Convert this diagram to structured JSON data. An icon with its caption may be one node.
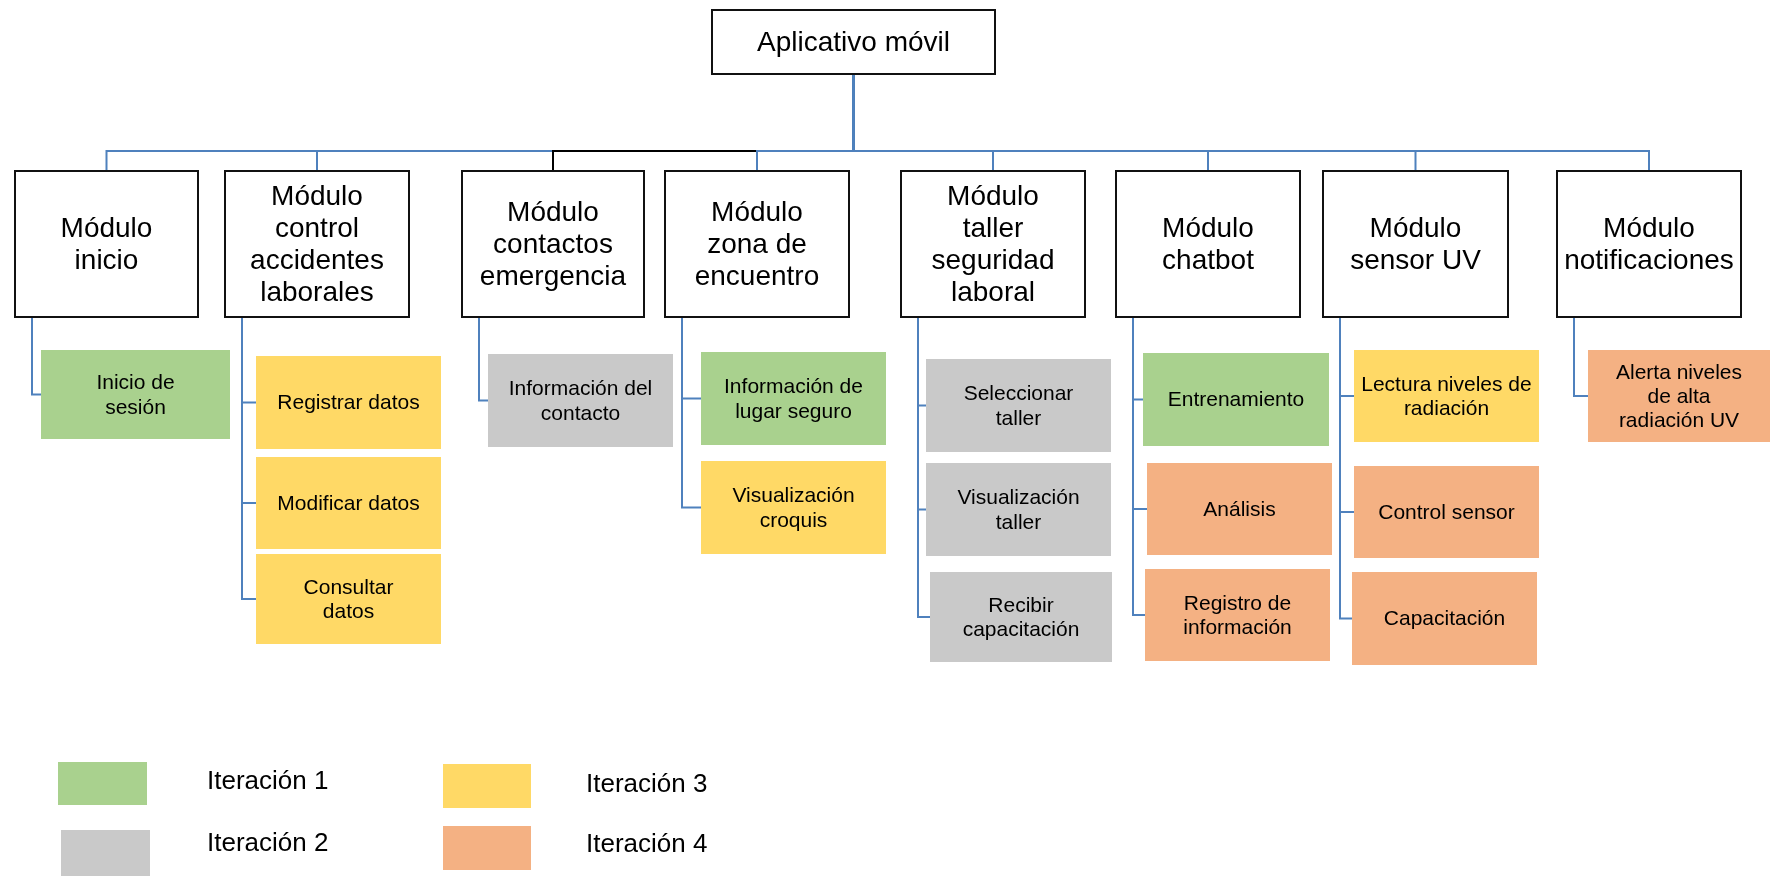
{
  "diagram": {
    "nodes": [
      {
        "text": [
          "Aplicativo móvil"
        ]
      },
      {
        "text": [
          "Módulo inicio"
        ]
      },
      {
        "text": [
          "Módulo control accidentes laborales"
        ]
      },
      {
        "text": [
          "Módulo contactos emergencia"
        ]
      },
      {
        "text": [
          "Módulo zona de encuentro"
        ]
      },
      {
        "text": [
          "Módulo taller seguridad laboral"
        ]
      },
      {
        "text": [
          "Módulo chatbot"
        ]
      },
      {
        "text": [
          "Módulo sensor UV"
        ]
      },
      {
        "text": [
          "Módulo notificaciones"
        ]
      },
      {
        "text": [
          "Inicio de sesión"
        ]
      },
      {
        "text": [
          "Registrar datos"
        ]
      },
      {
        "text": [
          "Modificar datos"
        ]
      },
      {
        "text": [
          "Consultar datos"
        ]
      },
      {
        "text": [
          "Información del contacto"
        ]
      },
      {
        "text": [
          "Información de lugar seguro"
        ]
      },
      {
        "text": [
          "Visualización croquis"
        ]
      },
      {
        "text": [
          "Seleccionar taller"
        ]
      },
      {
        "text": [
          "Visualización taller"
        ]
      },
      {
        "text": [
          "Recibir capacitación"
        ]
      },
      {
        "text": [
          "Entrenamiento"
        ]
      },
      {
        "text": [
          "Análisis"
        ]
      },
      {
        "text": [
          "Registro de información"
        ]
      },
      {
        "text": [
          "Lectura niveles de radiación"
        ]
      },
      {
        "text": [
          "Control sensor"
        ]
      },
      {
        "text": [
          "Capacitación"
        ]
      },
      {
        "text": [
          "Alerta niveles de alta radiación UV"
        ]
      }
    ],
    "edges": [
      {
        "from": 0,
        "to": 1,
        "arrow": "none"
      },
      {
        "from": 0,
        "to": 2,
        "arrow": "none"
      },
      {
        "from": 0,
        "to": 3,
        "arrow": "none",
        "color": "#000000"
      },
      {
        "from": 0,
        "to": 4,
        "arrow": "none"
      },
      {
        "from": 0,
        "to": 5,
        "arrow": "none"
      },
      {
        "from": 0,
        "to": 6,
        "arrow": "none"
      },
      {
        "from": 0,
        "to": 7,
        "arrow": "none"
      },
      {
        "from": 0,
        "to": 8,
        "arrow": "none"
      },
      {
        "from": 1,
        "to": 9,
        "arrow": "none"
      },
      {
        "from": 2,
        "to": 10,
        "arrow": "none"
      },
      {
        "from": 2,
        "to": 11,
        "arrow": "none"
      },
      {
        "from": 2,
        "to": 12,
        "arrow": "none"
      },
      {
        "from": 3,
        "to": 13,
        "arrow": "none"
      },
      {
        "from": 4,
        "to": 14,
        "arrow": "none"
      },
      {
        "from": 4,
        "to": 15,
        "arrow": "none"
      },
      {
        "from": 5,
        "to": 16,
        "arrow": "none"
      },
      {
        "from": 5,
        "to": 17,
        "arrow": "none"
      },
      {
        "from": 5,
        "to": 18,
        "arrow": "none"
      },
      {
        "from": 6,
        "to": 19,
        "arrow": "none"
      },
      {
        "from": 6,
        "to": 20,
        "arrow": "none"
      },
      {
        "from": 6,
        "to": 21,
        "arrow": "none"
      },
      {
        "from": 7,
        "to": 22,
        "arrow": "none"
      },
      {
        "from": 7,
        "to": 23,
        "arrow": "none"
      },
      {
        "from": 7,
        "to": 24,
        "arrow": "none"
      },
      {
        "from": 8,
        "to": 25,
        "arrow": "none"
      }
    ],
    "legend": [
      {
        "text": "Iteración 1",
        "color": "#a9d18e"
      },
      {
        "text": "Iteración 2",
        "color": "#c9c9c9"
      },
      {
        "text": "Iteración 3",
        "color": "#ffd966"
      },
      {
        "text": "Iteración 4",
        "color": "#f4b183"
      }
    ]
  }
}
